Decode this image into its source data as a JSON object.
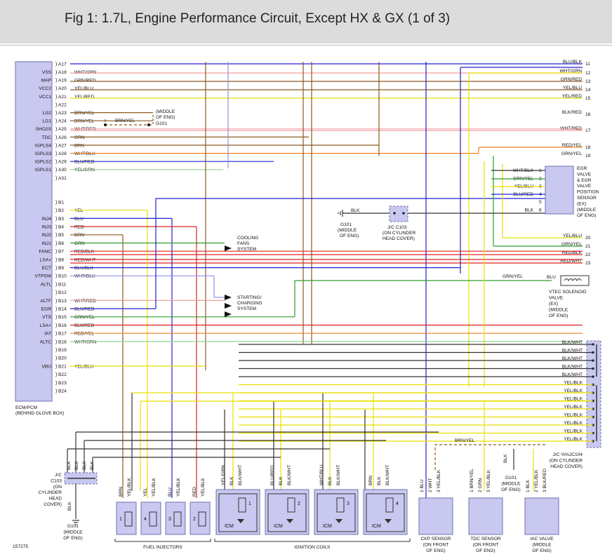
{
  "title": "Fig 1: 1.7L, Engine Performance Circuit, Except HX & GX (1 of 3)",
  "figure_id": "157275",
  "colors": {
    "BRN": "#8a5a1e",
    "GRN": "#2e9e2e",
    "YEL": "#e8e000",
    "RED": "#e02020",
    "BLU": "#2020d0",
    "WHT": "#b8b8b8",
    "BLK": "#333333",
    "ORN": "#f08020",
    "PNK": "#f0a0a0",
    "LTGRN": "#90d090",
    "PURP": "#8060c0",
    "LTBLU": "#9090f0",
    "box_fill": "#c8c8f0",
    "box_stroke": "#7070b0",
    "frame_gray": "#dcdcdc"
  },
  "ecm": {
    "caption_line1": "ECM/PCM",
    "caption_line2": "(BEHIND GLOVE BOX)",
    "pins": [
      {
        "sig": "",
        "pin": "A17",
        "wire": "",
        "color": "BLK"
      },
      {
        "sig": "VSS",
        "pin": "A18",
        "wire": "WHT/GRN",
        "color": "PNK"
      },
      {
        "sig": "MAP",
        "pin": "A19",
        "wire": "GRN/RED",
        "color": "BRN"
      },
      {
        "sig": "VCC2",
        "pin": "A20",
        "wire": "YEL/BLU",
        "color": "BRN"
      },
      {
        "sig": "VCC1",
        "pin": "A21",
        "wire": "YEL/RED",
        "color": "YEL"
      },
      {
        "sig": "",
        "pin": "A22",
        "wire": "",
        "color": ""
      },
      {
        "sig": "LG2",
        "pin": "A23",
        "wire": "BRN/YEL",
        "color": "BRN"
      },
      {
        "sig": "LG1",
        "pin": "A24",
        "wire": "BRN/YEL",
        "color": "BRN"
      },
      {
        "sig": "SHO2S",
        "pin": "A25",
        "wire": "WHT/RED",
        "color": "PNK"
      },
      {
        "sig": "TDC",
        "pin": "A26",
        "wire": "GRN",
        "color": "GRN"
      },
      {
        "sig": "IGPLS4",
        "pin": "A27",
        "wire": "BRN",
        "color": "BRN"
      },
      {
        "sig": "IGPLS3",
        "pin": "A28",
        "wire": "WHT/BLU",
        "color": "BRN"
      },
      {
        "sig": "IGPLS2",
        "pin": "A29",
        "wire": "BLU/RED",
        "color": "BLU"
      },
      {
        "sig": "IGPLS1",
        "pin": "A30",
        "wire": "YEL/GRN",
        "color": "LTGRN"
      },
      {
        "sig": "",
        "pin": "A31",
        "wire": "",
        "color": ""
      },
      {
        "sig": "",
        "pin": "B1",
        "wire": "",
        "color": ""
      },
      {
        "sig": "",
        "pin": "B2",
        "wire": "YEL",
        "color": "YEL"
      },
      {
        "sig": "INJ4",
        "pin": "B3",
        "wire": "BLU",
        "color": "BLU"
      },
      {
        "sig": "INJ3",
        "pin": "B4",
        "wire": "RED",
        "color": "RED"
      },
      {
        "sig": "INJ2",
        "pin": "B5",
        "wire": "BRN",
        "color": "BRN"
      },
      {
        "sig": "INJ1",
        "pin": "B6",
        "wire": "GRN",
        "color": "GRN"
      },
      {
        "sig": "FANC",
        "pin": "B7",
        "wire": "RED/BLK",
        "color": "RED"
      },
      {
        "sig": "LSA+",
        "pin": "B8",
        "wire": "RED/WHT",
        "color": "RED"
      },
      {
        "sig": "ECT",
        "pin": "B9",
        "wire": "BLU/BLK",
        "color": "BLU"
      },
      {
        "sig": "VTPSW",
        "pin": "B10",
        "wire": "WHT/BLU",
        "color": "LTBLU"
      },
      {
        "sig": "ALTL",
        "pin": "B11",
        "wire": "",
        "color": ""
      },
      {
        "sig": "",
        "pin": "B12",
        "wire": "",
        "color": ""
      },
      {
        "sig": "ALTF",
        "pin": "B13",
        "wire": "WHT/RED",
        "color": "PNK"
      },
      {
        "sig": "EGR",
        "pin": "B14",
        "wire": "BLU/RED",
        "color": "BLU"
      },
      {
        "sig": "VTS",
        "pin": "B15",
        "wire": "GRN/YEL",
        "color": "GRN"
      },
      {
        "sig": "LSA+",
        "pin": "B16",
        "wire": "BLK/RED",
        "color": "RED"
      },
      {
        "sig": "IAT",
        "pin": "B17",
        "wire": "RED/YEL",
        "color": "ORN"
      },
      {
        "sig": "ALTC",
        "pin": "B18",
        "wire": "WHT/GRN",
        "color": "LTGRN"
      },
      {
        "sig": "",
        "pin": "B19",
        "wire": "",
        "color": ""
      },
      {
        "sig": "",
        "pin": "B20",
        "wire": "",
        "color": ""
      },
      {
        "sig": "VBU",
        "pin": "B21",
        "wire": "YEL/BLU",
        "color": "YEL"
      },
      {
        "sig": "",
        "pin": "B22",
        "wire": "",
        "color": ""
      },
      {
        "sig": "",
        "pin": "B23",
        "wire": "",
        "color": ""
      },
      {
        "sig": "",
        "pin": "B24",
        "wire": "",
        "color": ""
      }
    ]
  },
  "right_refs": [
    {
      "wire": "BLU/BLK",
      "num": "11"
    },
    {
      "wire": "WHT/GRN",
      "num": "12"
    },
    {
      "wire": "GRN/RED",
      "num": "13"
    },
    {
      "wire": "YEL/BLU",
      "num": "14"
    },
    {
      "wire": "YEL/RED",
      "num": "15"
    },
    {
      "wire": "BLK/RED",
      "num": "16"
    },
    {
      "wire": "WHT/RED",
      "num": "17"
    },
    {
      "wire": "RED/YEL",
      "num": "18"
    },
    {
      "wire": "GRN/YEL",
      "num": "19"
    },
    {
      "wire": "YEL/BLU",
      "num": "20"
    },
    {
      "wire": "GRN/YEL",
      "num": "21"
    },
    {
      "wire": "RED/BLK",
      "num": "22"
    },
    {
      "wire": "RED/WHT",
      "num": "23"
    }
  ],
  "g101_mid": {
    "label1": "(MIDDLE",
    "label2": "OF ENG)",
    "label3": "G101",
    "wire": "BRN/YEL"
  },
  "jc103_top": {
    "label1": "J/C C103",
    "label2": "(ON CYLINDER",
    "label3": "HEAD COVER)",
    "wire": "BLK",
    "g_label1": "G101",
    "g_label2": "(MIDDLE",
    "g_label3": "OF ENG)"
  },
  "egr_valve": {
    "label": [
      "EGR",
      "VALVE",
      "& EGR",
      "VALVE",
      "POSITION",
      "SENSOR",
      "(EX)",
      "(MIDDLE",
      "OF ENG)"
    ],
    "pins": [
      {
        "wire": "WHT/BLK",
        "pin": "1"
      },
      {
        "wire": "GRN/YEL",
        "pin": "2"
      },
      {
        "wire": "YEL/BLU",
        "pin": "3"
      },
      {
        "wire": "BLU/RED",
        "pin": "4"
      },
      {
        "wire": "",
        "pin": "5"
      },
      {
        "wire": "BLK",
        "pin": "6"
      }
    ]
  },
  "cooling": {
    "line1": "COOLING",
    "line2": "FANS",
    "line3": "SYSTEM"
  },
  "starting": {
    "line1": "STARTING/",
    "line2": "CHARGING",
    "line3": "SYSTEM"
  },
  "vtec": {
    "wire_left": "GRN/YEL",
    "wire_right": "BLU",
    "label": [
      "VTEC SOLENOID",
      "VALVE",
      "(EX)",
      "(MIDDLE",
      "OF ENG)"
    ]
  },
  "jc104": {
    "wires": [
      "BLK/WHT",
      "BLK/WHT",
      "BLK/WHT",
      "BLK/WHT",
      "BLK/WHT",
      "YEL/BLK",
      "YEL/BLK",
      "YEL/BLK",
      "YEL/BLK",
      "YEL/BLK",
      "YEL/BLK",
      "YEL/BLK",
      "YEL/BLK"
    ],
    "label": [
      "J/C %%JC104",
      "(ON CYLINDER",
      "HEAD COVER)"
    ]
  },
  "jc103_bottom": {
    "label": [
      "J/C",
      "C103",
      "(ON",
      "CYLINDER",
      "HEAD",
      "COVER)"
    ],
    "wires": [
      "BLK",
      "BLK",
      "BLK",
      "BLK"
    ],
    "ground_wire": "BLK",
    "g_label": [
      "G101",
      "(MIDDLE",
      "OF ENG)"
    ]
  },
  "injectors": {
    "caption": "FUEL INJECTORS",
    "items": [
      {
        "w1": "BRN",
        "w2": "YEL/BLK",
        "num": "1"
      },
      {
        "w1": "YEL",
        "w2": "YEL/BLK",
        "num": "4"
      },
      {
        "w1": "BLU",
        "w2": "YEL/BLK",
        "num": "3"
      },
      {
        "w1": "RED",
        "w2": "YEL/BLK",
        "num": "2"
      }
    ]
  },
  "coils": {
    "caption": "IGNITION COILS",
    "icm": "ICM",
    "items": [
      {
        "w1": "YEL/GRN",
        "w2": "BLK",
        "w3": "BLK/WHT",
        "num": "1"
      },
      {
        "w1": "BLU/RED",
        "w2": "BLK",
        "w3": "BLK/WHT",
        "num": "2"
      },
      {
        "w1": "WHT/BLU",
        "w2": "BLK",
        "w3": "BLK/WHT",
        "num": "3"
      },
      {
        "w1": "BRN",
        "w2": "BLK",
        "w3": "BLK/WHT",
        "num": "4"
      }
    ]
  },
  "ckp": {
    "wires": [
      "BLU",
      "WHT",
      "YEL/BLK"
    ],
    "label": [
      "CKP SENSOR",
      "(ON FRONT",
      "OF ENG)"
    ]
  },
  "tdc": {
    "wires": [
      "BRN/YEL",
      "GRN",
      "YEL/BLK"
    ],
    "label": [
      "TDC SENSOR",
      "(ON FRONT",
      "OF ENG)"
    ]
  },
  "g101_bottom": {
    "wire": "BLK",
    "label": [
      "G101",
      "(MIDDLE",
      "OF ENG)"
    ]
  },
  "iac": {
    "wires": [
      "BLK",
      "YEL/BLK",
      "BLK/RED"
    ],
    "label": [
      "IAC VALVE",
      "(MIDDLE",
      "OF ENG)"
    ]
  },
  "brn_yel_bottom": "BRN/YEL"
}
